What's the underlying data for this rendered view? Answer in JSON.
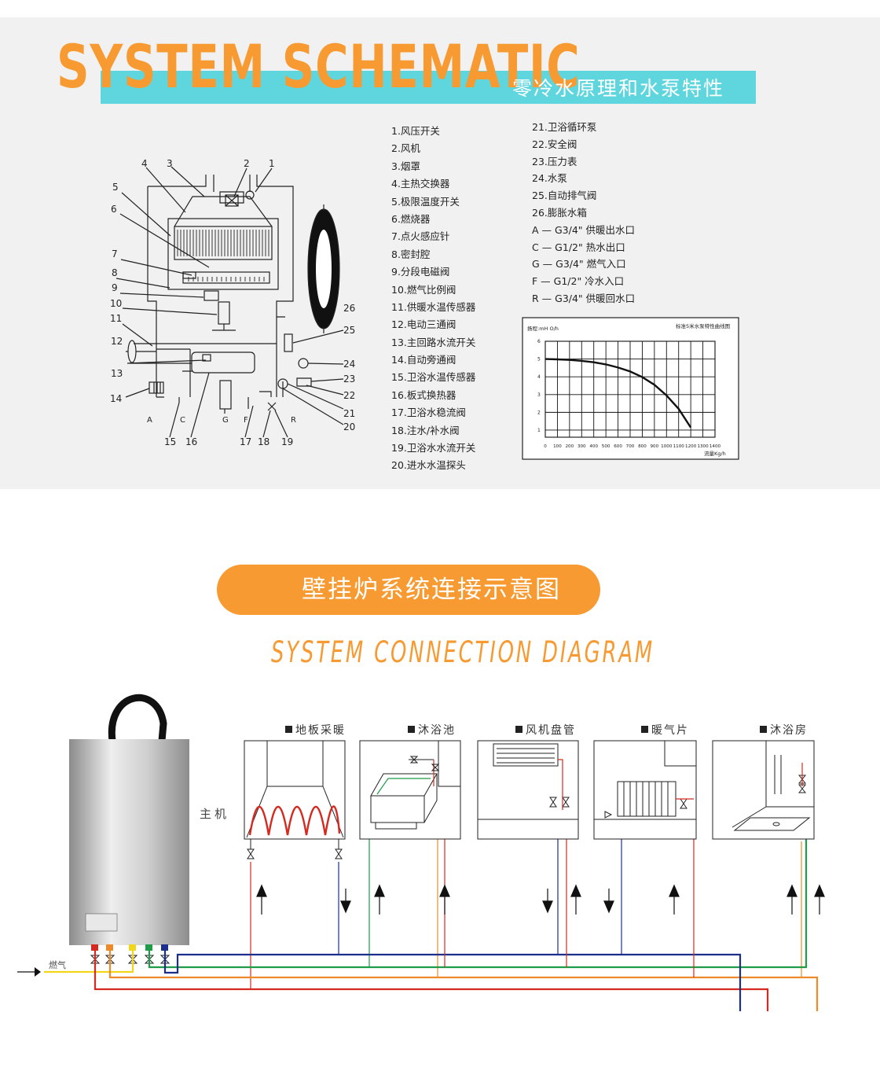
{
  "header": {
    "title": "SYSTEM SCHEMATIC",
    "subtitle": "零冷水原理和水泵特性"
  },
  "callouts": {
    "n1": "1",
    "n2": "2",
    "n3": "3",
    "n4": "4",
    "n5": "5",
    "n6": "6",
    "n7": "7",
    "n8": "8",
    "n9": "9",
    "n10": "10",
    "n11": "11",
    "n12": "12",
    "n13": "13",
    "n14": "14",
    "n15": "15",
    "n16": "16",
    "n17": "17",
    "n18": "18",
    "n19": "19",
    "n20": "20",
    "n21": "21",
    "n22": "22",
    "n23": "23",
    "n24": "24",
    "n25": "25",
    "n26": "26",
    "pA": "A",
    "pC": "C",
    "pG": "G",
    "pF": "F",
    "pR": "R"
  },
  "legend": {
    "col1": [
      "1.风压开关",
      "2.风机",
      "3.烟罩",
      "4.主热交换器",
      "5.极限温度开关",
      "6.燃烧器",
      "7.点火感应针",
      "8.密封腔",
      "9.分段电磁阀",
      "10.燃气比例阀",
      "11.供暖水温传感器",
      "12.电动三通阀",
      "13.主回路水流开关",
      "14.自动旁通阀",
      "15.卫浴水温传感器",
      "16.板式换热器",
      "17.卫浴水稳流阀",
      "18.注水/补水阀",
      "19.卫浴水水流开关",
      "20.进水水温探头"
    ],
    "col2": [
      "21.卫浴循环泵",
      "22.安全阀",
      "23.压力表",
      "24.水泵",
      "25.自动排气阀",
      "26.膨胀水箱",
      "A — G3/4\"  供暖出水口",
      "C — G1/2\"  热水出口",
      "G — G3/4\"  燃气入口",
      "F — G1/2\"  冷水入口",
      "R — G3/4\"  供暖回水口"
    ]
  },
  "pump_chart": {
    "ylabel": "扬程:mH O/h",
    "title": "标准5米水泵特性曲线图",
    "xlabel": "流量Kg/h"
  },
  "chart_data": {
    "type": "line",
    "title": "标准5米水泵特性曲线图",
    "xlabel": "流量Kg/h",
    "ylabel": "扬程:mH O/h",
    "x": [
      0,
      100,
      200,
      300,
      400,
      500,
      600,
      700,
      800,
      900,
      1000,
      1100,
      1200
    ],
    "series": [
      {
        "values": [
          5.0,
          4.98,
          4.95,
          4.9,
          4.82,
          4.7,
          4.52,
          4.3,
          3.98,
          3.55,
          2.95,
          2.2,
          1.15
        ]
      }
    ],
    "xticks": [
      "0",
      "100",
      "200",
      "300",
      "400",
      "500",
      "600",
      "700",
      "800",
      "900",
      "1000",
      "1100",
      "1200",
      "1300",
      "1400"
    ],
    "yticks": [
      "1",
      "2",
      "3",
      "4",
      "5",
      "6"
    ],
    "xlim": [
      0,
      1400
    ],
    "ylim": [
      0,
      6
    ],
    "grid": true
  },
  "section2": {
    "title_cn": "壁挂炉系统连接示意图",
    "title_en": "SYSTEM CONNECTION DIAGRAM",
    "host_label": "主机",
    "gas_label": "燃气",
    "rooms": [
      "地板采暖",
      "沐浴池",
      "风机盘管",
      "暖气片",
      "沐浴房"
    ]
  },
  "colors": {
    "orange": "#f79a31",
    "cyan": "#5fd6de",
    "panel": "#f1f1f1",
    "pipe_red": "#d42a20",
    "pipe_orange": "#ef8a2a",
    "pipe_yellow": "#f2d61c",
    "pipe_green": "#1f9c48",
    "pipe_blue": "#1c2f8c"
  }
}
